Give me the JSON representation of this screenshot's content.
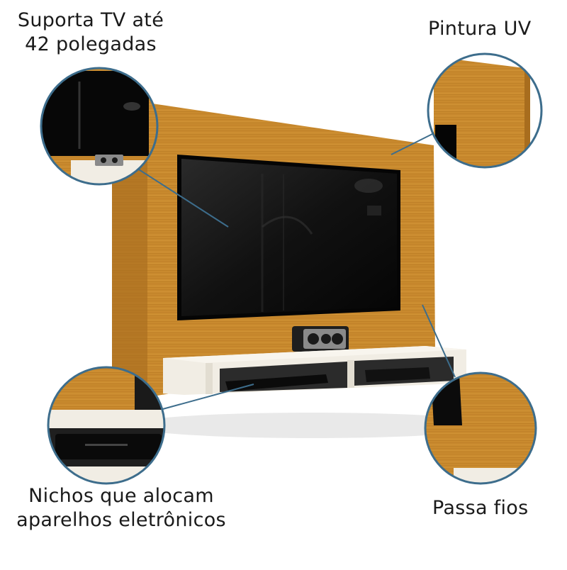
{
  "labels": {
    "tv_support_line1": "Suporta TV até",
    "tv_support_line2": "42 polegadas",
    "uv_paint": "Pintura UV",
    "niches_line1": "Nichos que alocam",
    "niches_line2": "aparelhos eletrônicos",
    "cable_pass": "Passa fios"
  },
  "colors": {
    "wood": "#c98a2e",
    "wood_dark": "#a86d1e",
    "shelf_white": "#f1ede4",
    "callout_ring": "#3d6d8c",
    "tv_black": "#0d0d0d"
  }
}
